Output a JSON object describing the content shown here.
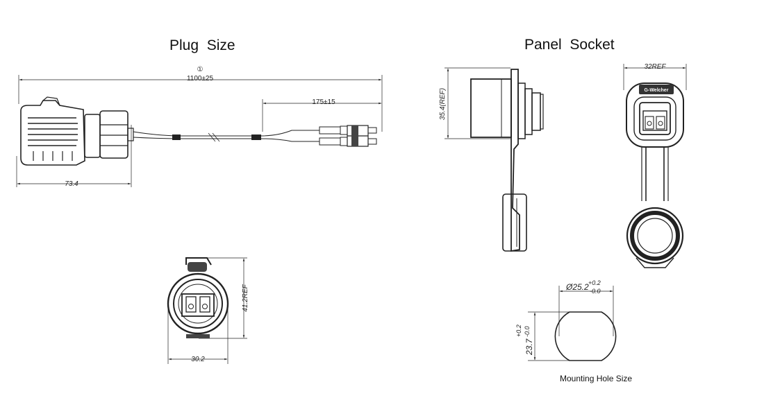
{
  "titles": {
    "plug": "Plug  Size",
    "panel": "Panel  Socket"
  },
  "plug_side": {
    "overall_note": "①",
    "overall_length": "1100±25",
    "breakout_length": "175±15",
    "body_length": "73.4"
  },
  "plug_front": {
    "height": "41.2REF",
    "width": "30.2"
  },
  "panel_side": {
    "height": "35.4(REF)"
  },
  "panel_front": {
    "width": "32REF",
    "brand": "G-Welcher"
  },
  "mounting_hole": {
    "diameter": "Ø25.2",
    "diameter_tol_upper": "+0.2",
    "diameter_tol_lower": "-0.0",
    "flat": "23.7",
    "flat_tol_upper": "+0.2",
    "flat_tol_lower": "-0.0",
    "caption": "Mounting Hole Size"
  }
}
